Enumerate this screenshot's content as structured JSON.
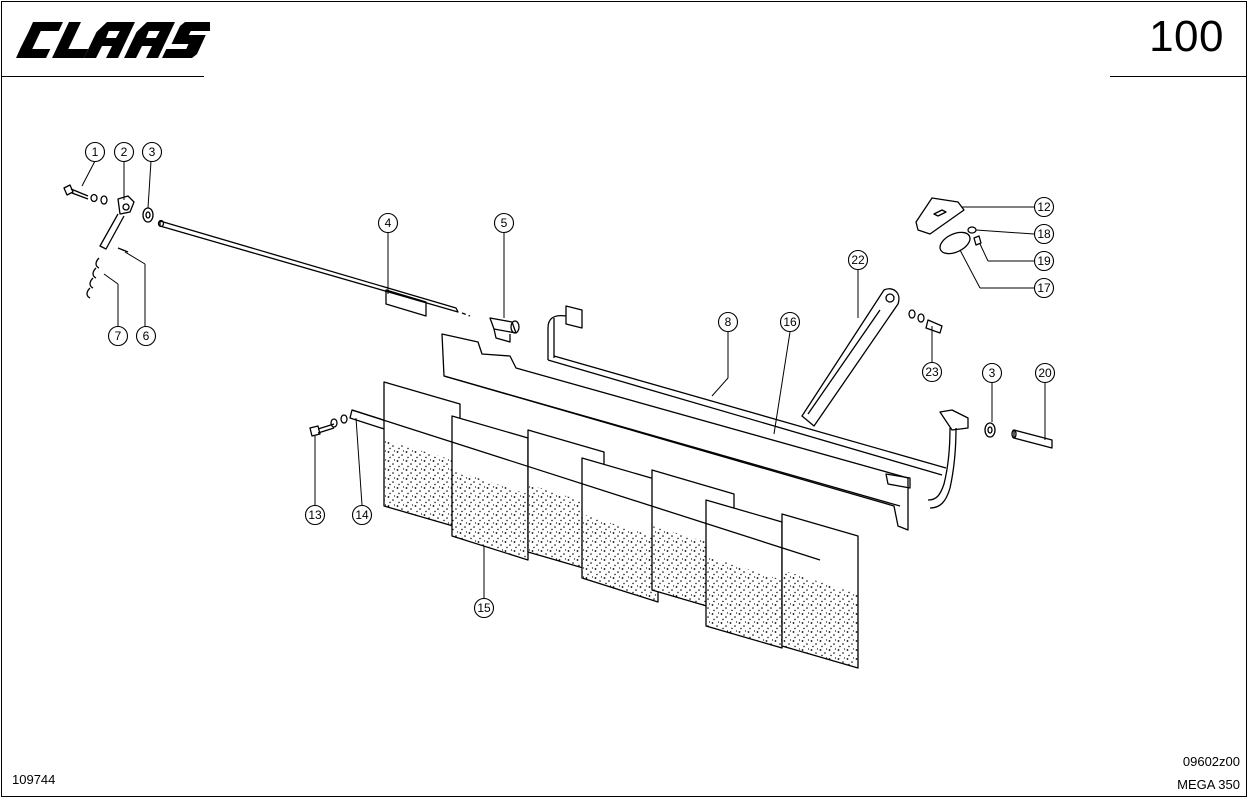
{
  "header": {
    "brand": "CLAAS",
    "page_number": "100"
  },
  "footer": {
    "drawing_number": "109744",
    "ref_code": "09602z00",
    "model": "MEGA 350"
  },
  "parts": [
    {
      "label": "1"
    },
    {
      "label": "2"
    },
    {
      "label": "3"
    },
    {
      "label": "4"
    },
    {
      "label": "5"
    },
    {
      "label": "6"
    },
    {
      "label": "7"
    },
    {
      "label": "8"
    },
    {
      "label": "12"
    },
    {
      "label": "13"
    },
    {
      "label": "14"
    },
    {
      "label": "15"
    },
    {
      "label": "16"
    },
    {
      "label": "17"
    },
    {
      "label": "18"
    },
    {
      "label": "19"
    },
    {
      "label": "20"
    },
    {
      "label": "22"
    },
    {
      "label": "23"
    },
    {
      "label": "3"
    }
  ],
  "colors": {
    "ink": "#000000",
    "paper": "#ffffff"
  }
}
